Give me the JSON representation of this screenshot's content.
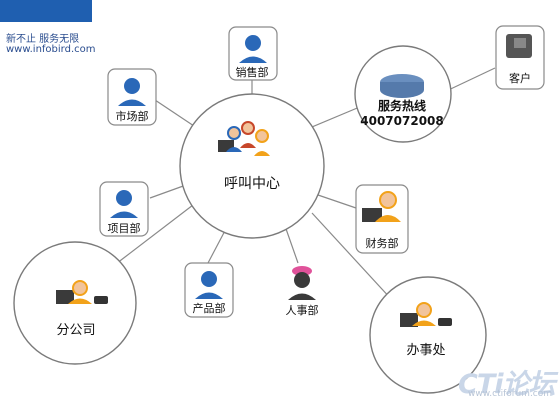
{
  "header": {
    "slogan": "新不止 服务无限",
    "site": "www.infobird.com"
  },
  "watermark": {
    "brand": "CTi论坛",
    "url": "www.ctiforum.com"
  },
  "colors": {
    "line": "#8a8a8a",
    "box_border": "#8a8a8a",
    "circle_border": "#7a7a7a",
    "person_blue": "#2a68b8",
    "person_skin": "#f2c49b",
    "person_yellow": "#f2a21a",
    "person_pink": "#e0529a",
    "monitor": "#3a3a3a",
    "router": "#6a8fbf"
  },
  "diagram": {
    "center": {
      "label": "呼叫中心",
      "icon": "call-center-team-icon"
    },
    "hotline": {
      "title": "服务热线",
      "number": "4007072008",
      "icon": "router-icon"
    },
    "nodes": [
      {
        "id": "sales",
        "label": "销售部",
        "icon": "person-icon"
      },
      {
        "id": "marketing",
        "label": "市场部",
        "icon": "person-icon"
      },
      {
        "id": "project",
        "label": "项目部",
        "icon": "person-icon"
      },
      {
        "id": "product",
        "label": "产品部",
        "icon": "person-icon"
      },
      {
        "id": "hr",
        "label": "人事部",
        "icon": "person-icon"
      },
      {
        "id": "finance",
        "label": "财务部",
        "icon": "operator-icon"
      },
      {
        "id": "customer",
        "label": "客户",
        "icon": "customer-phone-icon"
      }
    ],
    "branch": {
      "label": "分公司",
      "icon": "operator-workstation-icon"
    },
    "office": {
      "label": "办事处",
      "icon": "operator-workstation-icon"
    }
  }
}
